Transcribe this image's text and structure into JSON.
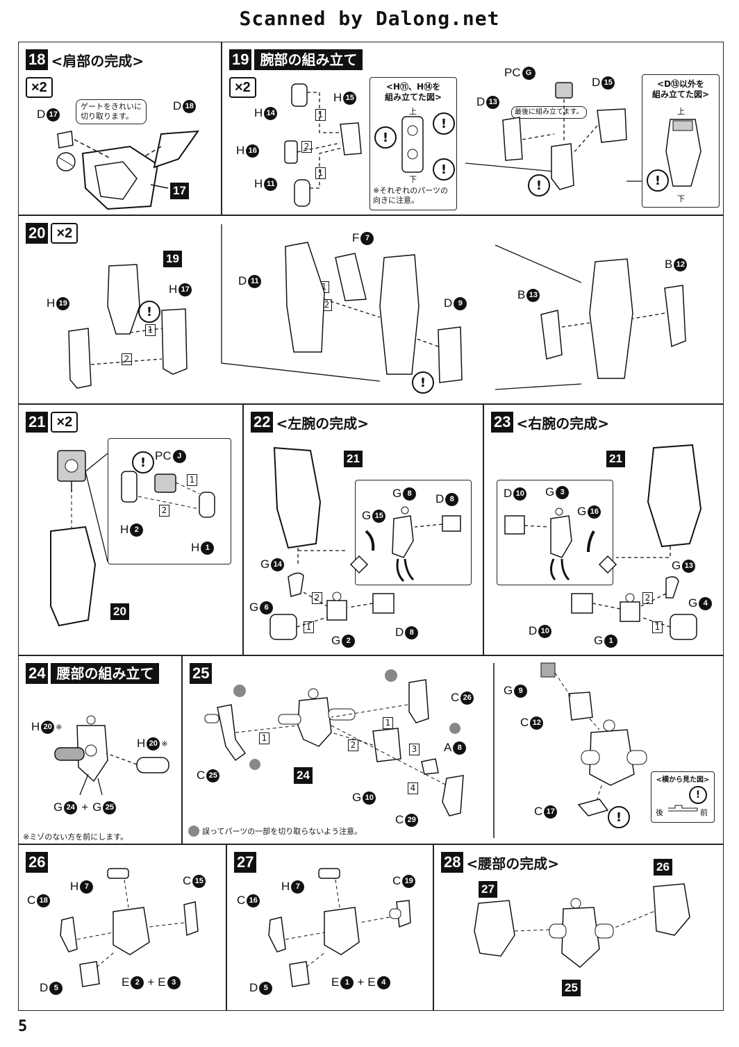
{
  "header": {
    "scanner": "Scanned by Dalong.net"
  },
  "page": {
    "number": "5"
  },
  "steps": {
    "s18": {
      "num": "18",
      "title": "<肩部の完成>",
      "mult": "×2",
      "bubble": "ゲートをきれいに\n切り取ります。",
      "labels": {
        "d17": {
          "letter": "D",
          "n": "17"
        },
        "d18": {
          "letter": "D",
          "n": "18"
        }
      },
      "result": "17"
    },
    "s19": {
      "num": "19",
      "title": "腕部の組み立て",
      "mult": "×2",
      "labels": {
        "h14": {
          "letter": "H",
          "n": "14"
        },
        "h15": {
          "letter": "H",
          "n": "15"
        },
        "h16": {
          "letter": "H",
          "n": "16"
        },
        "h11": {
          "letter": "H",
          "n": "11"
        },
        "pcg": {
          "letter": "PC",
          "n": "G"
        },
        "d13": {
          "letter": "D",
          "n": "13"
        },
        "d15": {
          "letter": "D",
          "n": "15"
        }
      },
      "inset1_title": "<H⑪、H⑭を\n組み立てた図>",
      "inset1_up": "上",
      "inset1_down": "下",
      "inset1_note": "※それぞれのパーツの\n向きに注意。",
      "inset2_title": "<D⑬以外を\n組み立てた図>",
      "inset2_up": "上",
      "inset2_down": "下",
      "last_note": "最後に組み立てます。"
    },
    "s20": {
      "num": "20",
      "mult": "×2",
      "labels": {
        "h19": {
          "letter": "H",
          "n": "19"
        },
        "h17": {
          "letter": "H",
          "n": "17"
        },
        "d11": {
          "letter": "D",
          "n": "11"
        },
        "f7": {
          "letter": "F",
          "n": "7"
        },
        "d9": {
          "letter": "D",
          "n": "9"
        },
        "b12": {
          "letter": "B",
          "n": "12"
        },
        "b13": {
          "letter": "B",
          "n": "13"
        }
      },
      "ref": "19"
    },
    "s21": {
      "num": "21",
      "mult": "×2",
      "labels": {
        "pcj": {
          "letter": "PC",
          "n": "J"
        },
        "h2": {
          "letter": "H",
          "n": "2"
        },
        "h1": {
          "letter": "H",
          "n": "1"
        }
      },
      "ref": "20"
    },
    "s22": {
      "num": "22",
      "title": "<左腕の完成>",
      "labels": {
        "g8": {
          "letter": "G",
          "n": "8"
        },
        "d8a": {
          "letter": "D",
          "n": "8"
        },
        "g15": {
          "letter": "G",
          "n": "15"
        },
        "g14": {
          "letter": "G",
          "n": "14"
        },
        "g6": {
          "letter": "G",
          "n": "6"
        },
        "g2": {
          "letter": "G",
          "n": "2"
        },
        "d8b": {
          "letter": "D",
          "n": "8"
        }
      },
      "ref": "21"
    },
    "s23": {
      "num": "23",
      "title": "<右腕の完成>",
      "labels": {
        "d10a": {
          "letter": "D",
          "n": "10"
        },
        "g3": {
          "letter": "G",
          "n": "3"
        },
        "g16": {
          "letter": "G",
          "n": "16"
        },
        "g13": {
          "letter": "G",
          "n": "13"
        },
        "g4": {
          "letter": "G",
          "n": "4"
        },
        "d10b": {
          "letter": "D",
          "n": "10"
        },
        "g1": {
          "letter": "G",
          "n": "1"
        }
      },
      "ref": "21"
    },
    "s24": {
      "num": "24",
      "title": "腰部の組み立て",
      "labels": {
        "h20a": {
          "letter": "H",
          "n": "20"
        },
        "h20b": {
          "letter": "H",
          "n": "20"
        },
        "g24": {
          "letter": "G",
          "n": "24"
        },
        "g25": {
          "letter": "G",
          "n": "25"
        }
      },
      "mark": "※",
      "plus": "+",
      "note": "※ミゾのない方を前にします。"
    },
    "s25": {
      "num": "25",
      "labels": {
        "c26": {
          "letter": "C",
          "n": "26"
        },
        "c25": {
          "letter": "C",
          "n": "25"
        },
        "a8": {
          "letter": "A",
          "n": "8"
        },
        "g10": {
          "letter": "G",
          "n": "10"
        },
        "c29": {
          "letter": "C",
          "n": "29"
        },
        "g9": {
          "letter": "G",
          "n": "9"
        },
        "c12": {
          "letter": "C",
          "n": "12"
        },
        "c17": {
          "letter": "C",
          "n": "17"
        }
      },
      "note": "誤ってパーツの一部を切り取らないよう注意。",
      "ref": "24",
      "side_title": "<横から見た図>",
      "back": "後",
      "front": "前"
    },
    "s26": {
      "num": "26",
      "labels": {
        "h7": {
          "letter": "H",
          "n": "7"
        },
        "c15": {
          "letter": "C",
          "n": "15"
        },
        "c18": {
          "letter": "C",
          "n": "18"
        },
        "d5": {
          "letter": "D",
          "n": "5"
        },
        "e2": {
          "letter": "E",
          "n": "2"
        },
        "e3": {
          "letter": "E",
          "n": "3"
        }
      },
      "plus": "+"
    },
    "s27": {
      "num": "27",
      "labels": {
        "h7": {
          "letter": "H",
          "n": "7"
        },
        "c19": {
          "letter": "C",
          "n": "19"
        },
        "c16": {
          "letter": "C",
          "n": "16"
        },
        "d5": {
          "letter": "D",
          "n": "5"
        },
        "e1": {
          "letter": "E",
          "n": "1"
        },
        "e4": {
          "letter": "E",
          "n": "4"
        }
      },
      "plus": "+"
    },
    "s28": {
      "num": "28",
      "title": "<腰部の完成>",
      "ref27": "27",
      "ref26": "26",
      "ref25": "25"
    }
  },
  "order": {
    "one": "1",
    "two": "2",
    "three": "3",
    "four": "4"
  },
  "caution": "!"
}
